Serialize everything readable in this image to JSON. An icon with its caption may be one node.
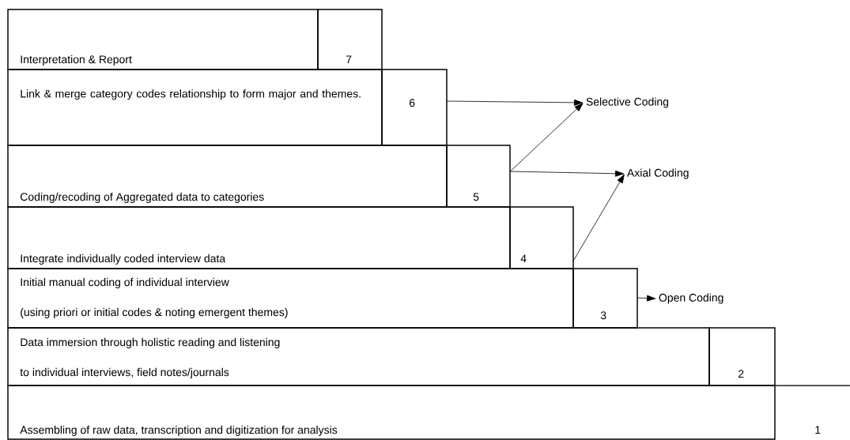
{
  "diagram": {
    "nodes": [
      {
        "text": [
          "Interpretation & Report"
        ]
      },
      {
        "text": [
          "7"
        ]
      },
      {
        "text": [
          "Link & merge category codes relationship to form major and themes."
        ]
      },
      {
        "text": [
          "6"
        ]
      },
      {
        "text": [
          "Coding/recoding of Aggregated data to categories"
        ]
      },
      {
        "text": [
          "5"
        ]
      },
      {
        "text": [
          "Integrate individually coded interview data"
        ]
      },
      {
        "text": [
          "4"
        ]
      },
      {
        "text": [
          "Initial manual coding of individual interview",
          "(using priori  or initial codes & noting emergent themes)"
        ]
      },
      {
        "text": [
          "3"
        ]
      },
      {
        "text": [
          "Data immersion through holistic reading and listening",
          "to individual interviews, field notes/journals"
        ]
      },
      {
        "text": [
          "2"
        ]
      },
      {
        "text": [
          "Assembling of raw data, transcription and digitization for analysis"
        ]
      },
      {
        "text": [
          "1"
        ]
      },
      {
        "text": [
          "Selective Coding"
        ]
      },
      {
        "text": [
          "Axial Coding"
        ]
      },
      {
        "text": [
          "Open Coding"
        ]
      }
    ],
    "edges": [
      {
        "from": 3,
        "to": 14,
        "arrow": "to"
      },
      {
        "from": 5,
        "to": 14,
        "arrow": "to"
      },
      {
        "from": 5,
        "to": 15,
        "arrow": "to"
      },
      {
        "from": 7,
        "to": 15,
        "arrow": "to"
      },
      {
        "from": 9,
        "to": 16,
        "arrow": "to"
      }
    ]
  }
}
